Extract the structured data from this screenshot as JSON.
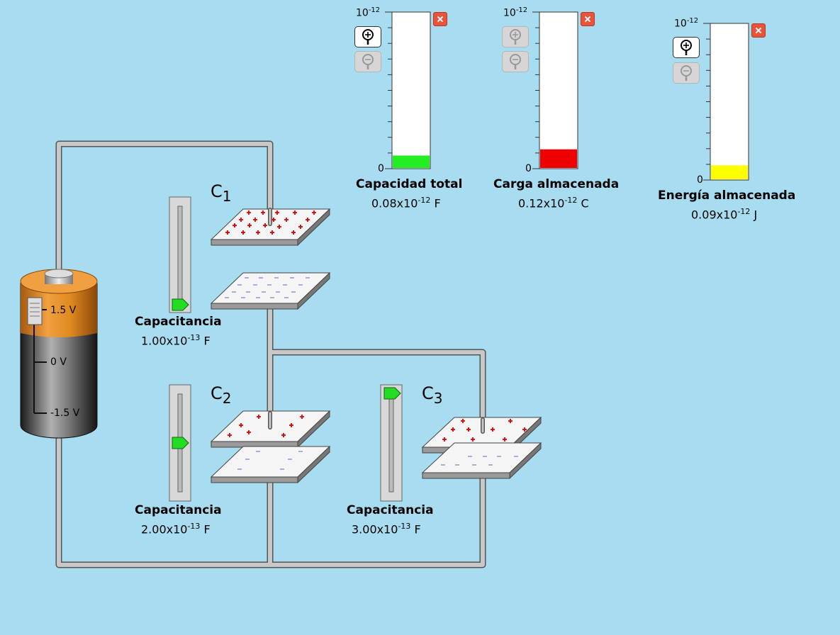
{
  "battery": {
    "top_label": "1.5 V",
    "mid_label": "0 V",
    "bottom_label": "-1.5 V"
  },
  "capacitors": [
    {
      "name_letter": "C",
      "name_index": "1",
      "slider_label": "Capacitancia",
      "value_mantissa": "1.00x10",
      "value_exp": "-13",
      "value_unit": "F"
    },
    {
      "name_letter": "C",
      "name_index": "2",
      "slider_label": "Capacitancia",
      "value_mantissa": "2.00x10",
      "value_exp": "-13",
      "value_unit": "F"
    },
    {
      "name_letter": "C",
      "name_index": "3",
      "slider_label": "Capacitancia",
      "value_mantissa": "3.00x10",
      "value_exp": "-13",
      "value_unit": "F"
    }
  ],
  "meters": [
    {
      "title": "Capacidad total",
      "scale_base": "10",
      "scale_exp": "-12",
      "zero_label": "0",
      "value_mantissa": "0.08x10",
      "value_exp": "-12",
      "value_unit": "F",
      "fill_fraction": 0.08,
      "color": "#22ee22"
    },
    {
      "title": "Carga almacenada",
      "scale_base": "10",
      "scale_exp": "-12",
      "zero_label": "0",
      "value_mantissa": "0.12x10",
      "value_exp": "-12",
      "value_unit": "C",
      "fill_fraction": 0.12,
      "color": "#ee0000"
    },
    {
      "title": "Energía almacenada",
      "scale_base": "10",
      "scale_exp": "-12",
      "zero_label": "0",
      "value_mantissa": "0.09x10",
      "value_exp": "-12",
      "value_unit": "J",
      "fill_fraction": 0.09,
      "color": "#ffff00"
    }
  ],
  "colors": {
    "background": "#a8dcf0",
    "wire": "#c8c8c8",
    "slider_knob": "#22dd22",
    "plus": "#e00000",
    "minus": "#9999dd"
  },
  "icons": {
    "zoom_in": "zoom-in-icon",
    "zoom_out": "zoom-out-icon",
    "close": "close-icon"
  }
}
